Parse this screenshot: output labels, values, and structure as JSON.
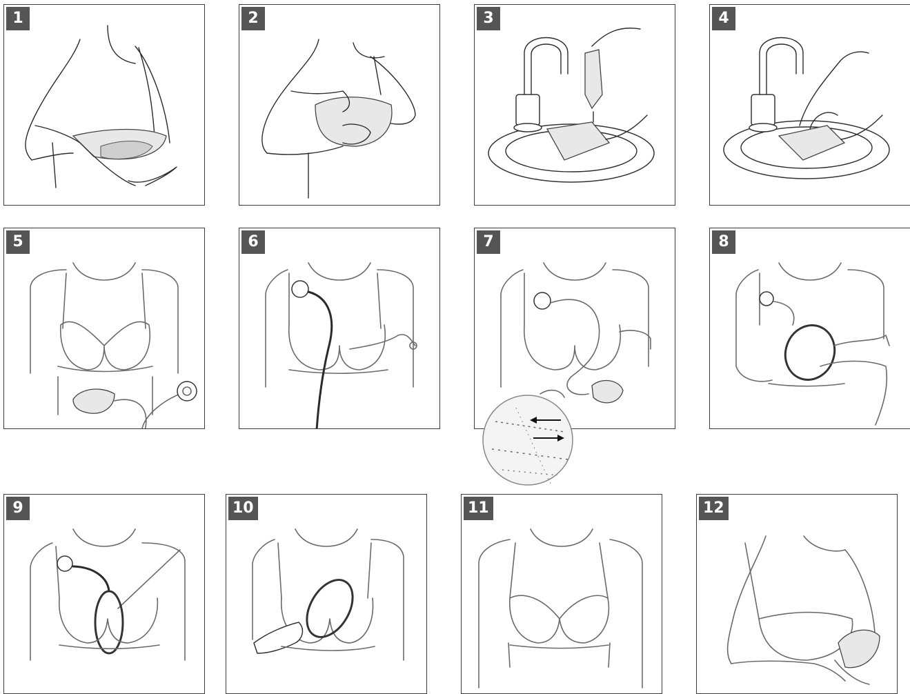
{
  "steps": [
    {
      "number": "1"
    },
    {
      "number": "2"
    },
    {
      "number": "3"
    },
    {
      "number": "4"
    },
    {
      "number": "5"
    },
    {
      "number": "6"
    },
    {
      "number": "7"
    },
    {
      "number": "8"
    },
    {
      "number": "9"
    },
    {
      "number": "10"
    },
    {
      "number": "11"
    },
    {
      "number": "12"
    }
  ],
  "colors": {
    "badge_bg": "#555555",
    "badge_text": "#ffffff",
    "line": "#2b2b2b"
  }
}
